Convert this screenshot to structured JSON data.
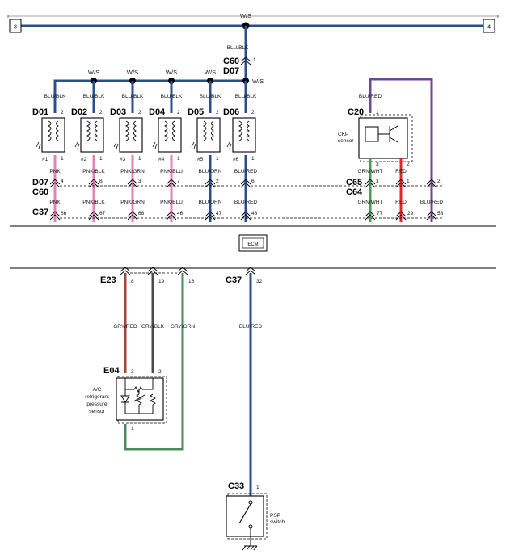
{
  "frame": {
    "left_ref": "3",
    "right_ref": "4"
  },
  "splices": {
    "top": "W/S",
    "row_left": "W/S",
    "right": "W/S"
  },
  "main_feed": {
    "wire": "BLU/BLK",
    "pin": "1",
    "conn_a": "C60",
    "conn_b": "D07"
  },
  "injectors": [
    {
      "id": "D01",
      "num": "#1",
      "pin_top": "2",
      "pin_bottom": "1",
      "wire_top": "BLU/BLK",
      "wire_bottom": "PNK",
      "d07_pin": "4",
      "c37_pin": "66",
      "color": "#e87fb5"
    },
    {
      "id": "D02",
      "num": "#2",
      "pin_top": "2",
      "pin_bottom": "1",
      "wire_top": "BLU/BLK",
      "wire_bottom": "PNK/BLK",
      "d07_pin": "8",
      "c37_pin": "67",
      "color": "#e87fb5"
    },
    {
      "id": "D03",
      "num": "#3",
      "pin_top": "2",
      "pin_bottom": "1",
      "wire_top": "BLU/BLK",
      "wire_bottom": "PNK/GRN",
      "d07_pin": "3",
      "c37_pin": "68",
      "color": "#e87fb5"
    },
    {
      "id": "D04",
      "num": "#4",
      "pin_top": "2",
      "pin_bottom": "1",
      "wire_top": "BLU/BLK",
      "wire_bottom": "PNK/BLU",
      "d07_pin": "7",
      "c37_pin": "46",
      "color": "#e87fb5"
    },
    {
      "id": "D05",
      "num": "#5",
      "pin_top": "2",
      "pin_bottom": "1",
      "wire_top": "BLU/BLK",
      "wire_bottom": "BLU/ORN",
      "d07_pin": "2",
      "c37_pin": "47",
      "color": "#2a4d96"
    },
    {
      "id": "D06",
      "num": "#6",
      "pin_top": "2",
      "pin_bottom": "1",
      "wire_top": "BLU/BLK",
      "wire_bottom": "BLU/RED",
      "d07_pin": "6",
      "c37_pin": "48",
      "color": "#2a4d96"
    }
  ],
  "connectors": {
    "d07": "D07",
    "c60": "C60",
    "c37": "C37",
    "c65": "C65",
    "c64": "C64"
  },
  "ckp": {
    "id": "C20",
    "label_1": "CKP",
    "label_2": "sensor",
    "wire_in": "BLU/RED",
    "pin_in": "1",
    "pin_grn": "3",
    "pin_red": "2",
    "w_grn": "GRN/WHT",
    "w_red": "RED",
    "w_blu": "BLU/RED",
    "c65_grn": "3",
    "c65_red": "1",
    "c65_blu": "2",
    "c37_grn": "77",
    "c37_red": "29",
    "c37_blu": "58"
  },
  "ecm": {
    "label": "ECM"
  },
  "ac_sensor": {
    "conn": "E23",
    "pins": [
      "8",
      "19",
      "16"
    ],
    "wires": [
      "GRY/RED",
      "GRY/BLK",
      "GRY/GRN"
    ],
    "id": "E04",
    "pin_left": "3",
    "pin_right": "2",
    "pin_bottom": "1",
    "label_1": "A/C",
    "label_2": "refrigerant",
    "label_3": "pressure",
    "label_4": "sensor"
  },
  "psp": {
    "conn_top": "C37",
    "pin_top": "32",
    "wire": "BLU/RED",
    "id": "C33",
    "pin": "1",
    "label_1": "PSP",
    "label_2": "switch"
  },
  "colors": {
    "blue": "#2a4d96",
    "pink": "#e87fb5",
    "green": "#4e9a55",
    "red": "#e4262b",
    "purple": "#6a4a98",
    "brown": "#9a4a3a",
    "gray_black": "#4a4a4a",
    "gray_green": "#4f8a5a"
  }
}
